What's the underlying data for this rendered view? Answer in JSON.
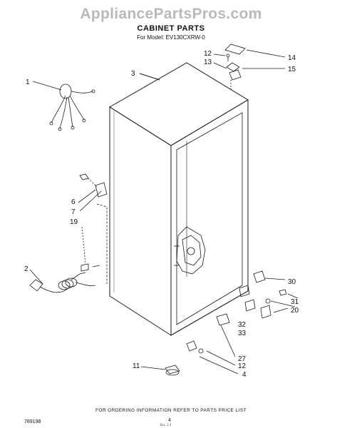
{
  "watermark": "AppliancePartsPros.com",
  "title": "CABINET PARTS",
  "model_line": "For Model: EV130CXRW-0",
  "footer": {
    "ordering_info": "FOR ORDERING INFORMATION REFER TO PARTS PRICE LIST",
    "part_number": "789198",
    "page_number": "4",
    "signature": "Xuv. 2.4"
  },
  "callouts": [
    "1",
    "2",
    "3",
    "4",
    "6",
    "7",
    "11",
    "12",
    "12",
    "13",
    "14",
    "15",
    "19",
    "20",
    "27",
    "30",
    "31",
    "32",
    "33"
  ],
  "colors": {
    "line": "#1a1a1a",
    "watermark": "#b9b9b9"
  }
}
